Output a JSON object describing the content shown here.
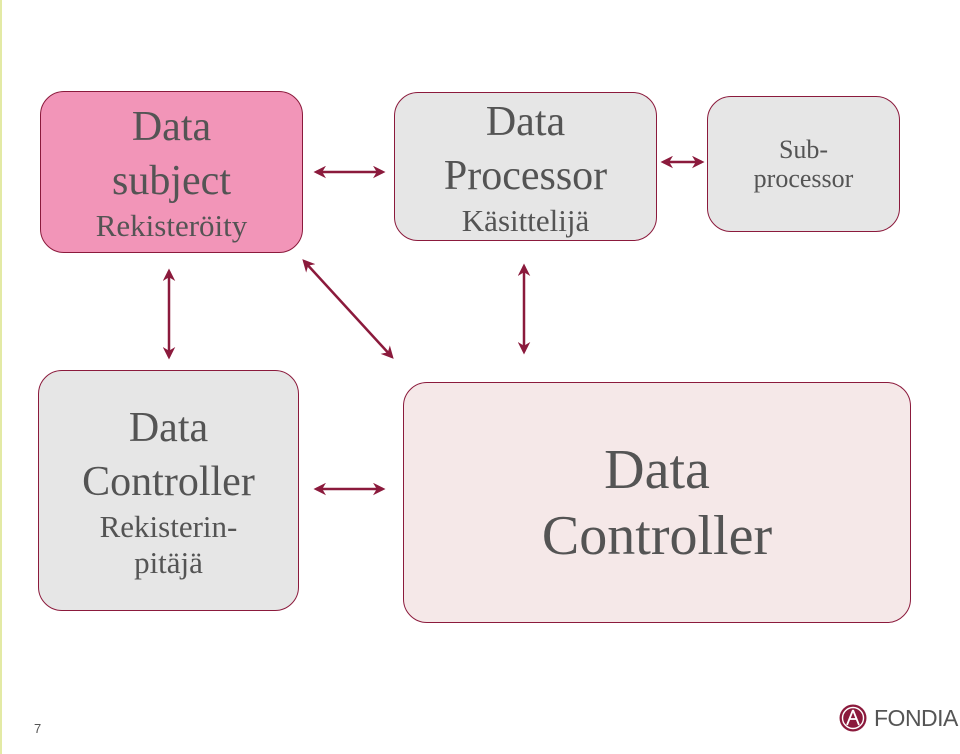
{
  "data_subject": {
    "title_line1": "Data",
    "title_line2": "subject",
    "finnish": "Rekisteröity"
  },
  "data_processor": {
    "title_line1": "Data",
    "title_line2": "Processor",
    "finnish": "Käsittelijä"
  },
  "subprocessor": {
    "line1": "Sub-",
    "line2": "processor"
  },
  "controller_left": {
    "title_line1": "Data",
    "title_line2": "Controller",
    "finnish_line1": "Rekisterin-",
    "finnish_line2": "pitäjä"
  },
  "controller_main": {
    "title_line1": "Data",
    "title_line2": "Controller"
  },
  "footer": {
    "slide_number": "7",
    "logo_text": "FONDIA"
  },
  "colors": {
    "arrow": "#8b1a3c",
    "subject_fill": "#f295b8",
    "grey_fill": "#e6e6e6",
    "controller_fill": "#f5e8e8",
    "text": "#545454"
  }
}
